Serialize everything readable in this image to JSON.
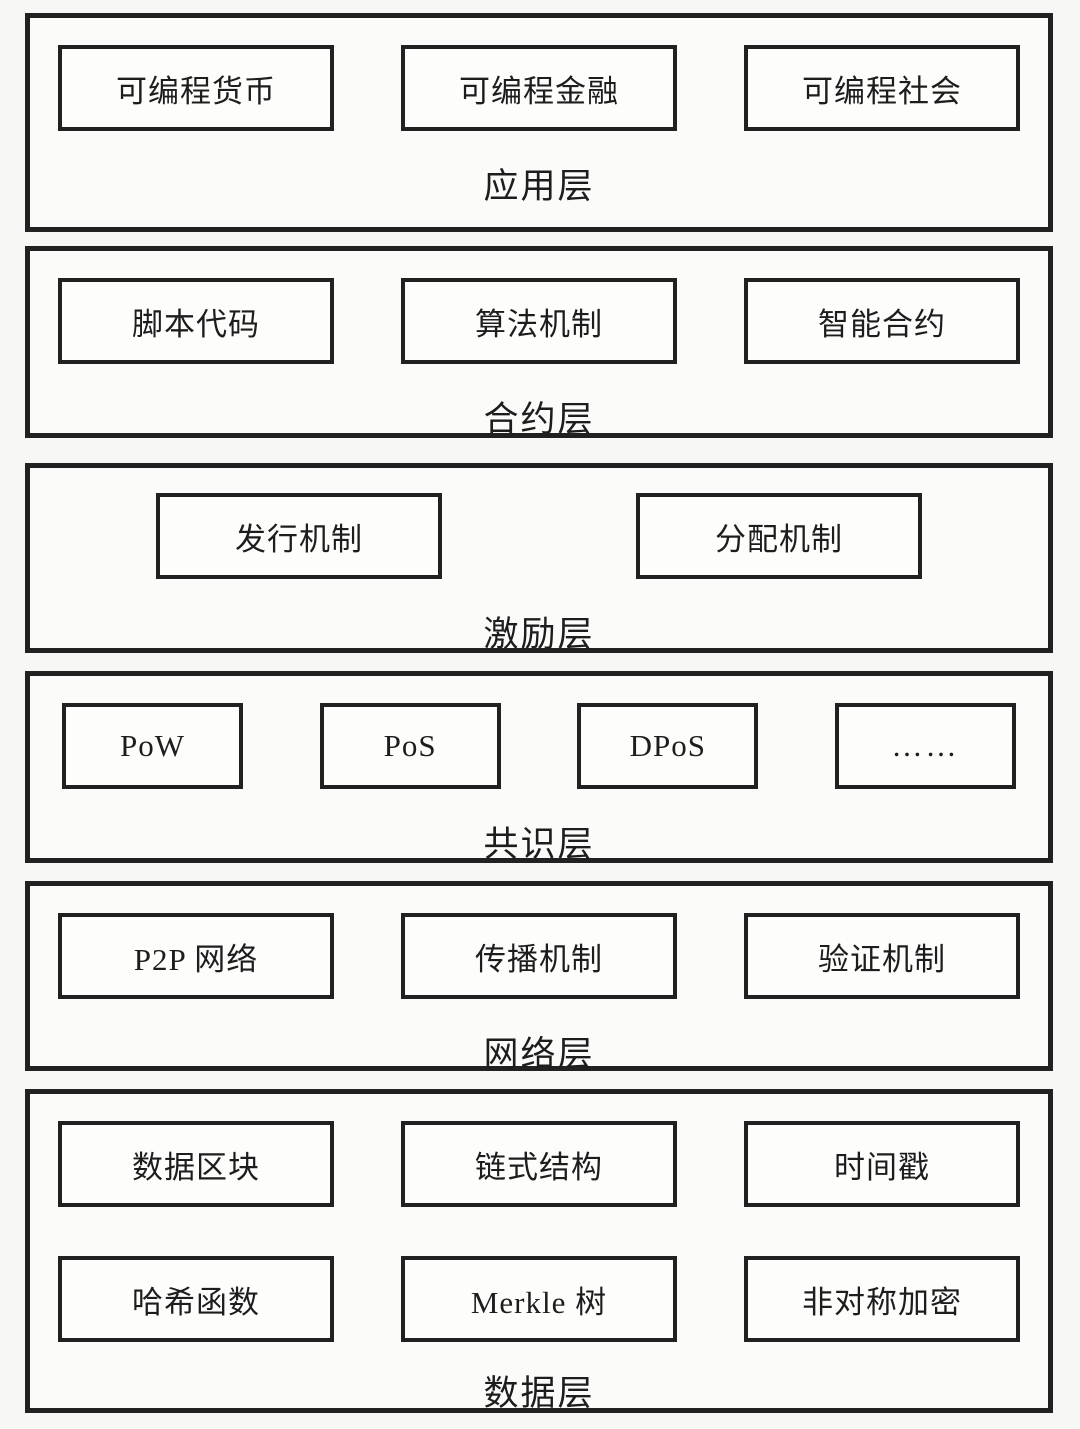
{
  "diagram": {
    "type": "blockchain-architecture-stack",
    "colors": {
      "border": "#212121",
      "page_background": "#f7f7f5",
      "layer_background": "#fbfbfa",
      "box_background": "#fdfdfc",
      "text": "#1d1d1d"
    },
    "layers": [
      {
        "id": "application",
        "label": "应用层",
        "boxes": [
          "可编程货币",
          "可编程金融",
          "可编程社会"
        ]
      },
      {
        "id": "contract",
        "label": "合约层",
        "boxes": [
          "脚本代码",
          "算法机制",
          "智能合约"
        ]
      },
      {
        "id": "incentive",
        "label": "激励层",
        "boxes": [
          "发行机制",
          "分配机制"
        ]
      },
      {
        "id": "consensus",
        "label": "共识层",
        "boxes": [
          "PoW",
          "PoS",
          "DPoS",
          "……"
        ]
      },
      {
        "id": "network",
        "label": "网络层",
        "boxes": [
          "P2P 网络",
          "传播机制",
          "验证机制"
        ]
      },
      {
        "id": "data",
        "label": "数据层",
        "boxes": [
          "数据区块",
          "链式结构",
          "时间戳",
          "哈希函数",
          "Merkle 树",
          "非对称加密"
        ]
      }
    ]
  }
}
